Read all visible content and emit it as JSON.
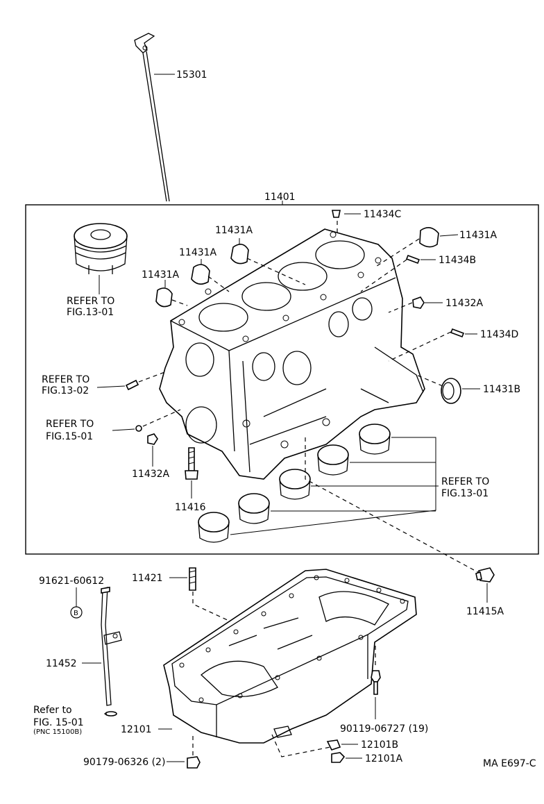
{
  "labels": {
    "dipstick": "15301",
    "block_assy": "11401",
    "plug_c": "11434C",
    "plug_a_right": "11431A",
    "plug_a_1": "11431A",
    "plug_a_2": "11431A",
    "plug_a_3": "11431A",
    "pin_b": "11434B",
    "plug_432a_right": "11432A",
    "pin_d": "11434D",
    "plug_b": "11431B",
    "plug_432a_left": "11432A",
    "stud": "11416",
    "drain_plug": "11415A",
    "pan_stud": "11421",
    "gasket_ref": "91621-60612",
    "gasket_symbol": "B",
    "guide": "11452",
    "oil_pan": "12101",
    "bolt": "90119-06727 (19)",
    "pan_sub_b": "12101B",
    "pan_sub_a": "12101A",
    "drain_gasket": "90179-06326 (2)",
    "code": "MA E697-C"
  },
  "refs": {
    "piston_l1": "REFER TO",
    "piston_l2": "FIG.13-01",
    "fig1302_l1": "REFER TO",
    "fig1302_l2": "FIG.13-02",
    "fig1501_l1": "REFER TO",
    "fig1501_l2": "FIG.15-01",
    "bearing_l1": "REFER TO",
    "bearing_l2": "FIG.13-01",
    "lower_l1": "Refer to",
    "lower_l2": "FIG. 15-01",
    "lower_l3": "(PNC 15100B)"
  }
}
